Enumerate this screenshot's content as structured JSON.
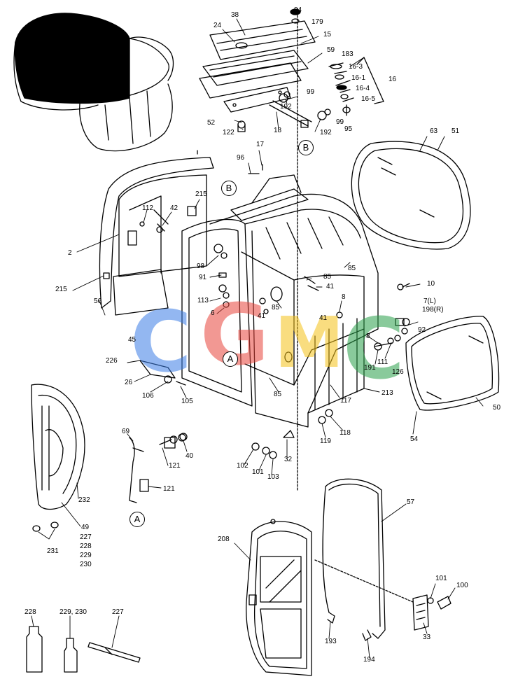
{
  "labels": [
    {
      "id": "p94",
      "text": "94"
    },
    {
      "id": "p179",
      "text": "179"
    },
    {
      "id": "p38",
      "text": "38"
    },
    {
      "id": "p24",
      "text": "24"
    },
    {
      "id": "p15",
      "text": "15"
    },
    {
      "id": "p59",
      "text": "59"
    },
    {
      "id": "p183",
      "text": "183"
    },
    {
      "id": "p16_3",
      "text": "16-3"
    },
    {
      "id": "p16_1",
      "text": "16-1"
    },
    {
      "id": "p16",
      "text": "16"
    },
    {
      "id": "p16_4",
      "text": "16-4"
    },
    {
      "id": "p16_5",
      "text": "16-5"
    },
    {
      "id": "p99a",
      "text": "99"
    },
    {
      "id": "p192a",
      "text": "192"
    },
    {
      "id": "p192b",
      "text": "192"
    },
    {
      "id": "p99b",
      "text": "99"
    },
    {
      "id": "p95",
      "text": "95"
    },
    {
      "id": "p52",
      "text": "52"
    },
    {
      "id": "p122",
      "text": "122"
    },
    {
      "id": "p18",
      "text": "18"
    },
    {
      "id": "p63",
      "text": "63"
    },
    {
      "id": "p51",
      "text": "51"
    },
    {
      "id": "p96",
      "text": "96"
    },
    {
      "id": "p17",
      "text": "17"
    },
    {
      "id": "p215a",
      "text": "215"
    },
    {
      "id": "p112",
      "text": "112"
    },
    {
      "id": "p42",
      "text": "42"
    },
    {
      "id": "p2",
      "text": "2"
    },
    {
      "id": "p98",
      "text": "98"
    },
    {
      "id": "p91",
      "text": "91"
    },
    {
      "id": "p85a",
      "text": "85"
    },
    {
      "id": "p85b",
      "text": "85"
    },
    {
      "id": "p10",
      "text": "10"
    },
    {
      "id": "p215b",
      "text": "215"
    },
    {
      "id": "p41a",
      "text": "41"
    },
    {
      "id": "p113",
      "text": "113"
    },
    {
      "id": "p85c",
      "text": "85"
    },
    {
      "id": "p7L",
      "text": "7(L)"
    },
    {
      "id": "p198R",
      "text": "198(R)"
    },
    {
      "id": "p56",
      "text": "56"
    },
    {
      "id": "p6",
      "text": "6"
    },
    {
      "id": "p41b",
      "text": "41"
    },
    {
      "id": "p8a",
      "text": "8"
    },
    {
      "id": "p41c",
      "text": "41"
    },
    {
      "id": "p92",
      "text": "92"
    },
    {
      "id": "p45",
      "text": "45"
    },
    {
      "id": "p8b",
      "text": "8"
    },
    {
      "id": "p191",
      "text": "191"
    },
    {
      "id": "p111",
      "text": "111"
    },
    {
      "id": "p126",
      "text": "126"
    },
    {
      "id": "p226",
      "text": "226"
    },
    {
      "id": "p26",
      "text": "26"
    },
    {
      "id": "p106",
      "text": "106"
    },
    {
      "id": "p105",
      "text": "105"
    },
    {
      "id": "p85d",
      "text": "85"
    },
    {
      "id": "p117",
      "text": "117"
    },
    {
      "id": "p213",
      "text": "213"
    },
    {
      "id": "p50",
      "text": "50"
    },
    {
      "id": "p54",
      "text": "54"
    },
    {
      "id": "p69",
      "text": "69"
    },
    {
      "id": "p121a",
      "text": "121"
    },
    {
      "id": "p40",
      "text": "40"
    },
    {
      "id": "p119",
      "text": "119"
    },
    {
      "id": "p118",
      "text": "118"
    },
    {
      "id": "p102",
      "text": "102"
    },
    {
      "id": "p101a",
      "text": "101"
    },
    {
      "id": "p32",
      "text": "32"
    },
    {
      "id": "p103",
      "text": "103"
    },
    {
      "id": "p121b",
      "text": "121"
    },
    {
      "id": "p232",
      "text": "232"
    },
    {
      "id": "p49",
      "text": "49"
    },
    {
      "id": "p227a",
      "text": "227"
    },
    {
      "id": "p228a",
      "text": "228"
    },
    {
      "id": "p229a",
      "text": "229"
    },
    {
      "id": "p230a",
      "text": "230"
    },
    {
      "id": "p231",
      "text": "231"
    },
    {
      "id": "p57",
      "text": "57"
    },
    {
      "id": "p208",
      "text": "208"
    },
    {
      "id": "p101b",
      "text": "101"
    },
    {
      "id": "p100",
      "text": "100"
    },
    {
      "id": "p193",
      "text": "193"
    },
    {
      "id": "p194",
      "text": "194"
    },
    {
      "id": "p33",
      "text": "33"
    },
    {
      "id": "p228b",
      "text": "228"
    },
    {
      "id": "p229_230",
      "text": "229, 230"
    },
    {
      "id": "p227b",
      "text": "227"
    }
  ],
  "refs": [
    {
      "id": "refB1",
      "text": "B"
    },
    {
      "id": "refB2",
      "text": "B"
    },
    {
      "id": "refA1",
      "text": "A"
    },
    {
      "id": "refA2",
      "text": "A"
    }
  ],
  "watermark": [
    {
      "id": "wm1",
      "text": "C",
      "color": "#3b7ee6"
    },
    {
      "id": "wm2",
      "text": "G",
      "color": "#e8453c"
    },
    {
      "id": "wm3",
      "text": "M",
      "color": "#f5c218"
    },
    {
      "id": "wm4",
      "text": "C",
      "color": "#2aa04a"
    }
  ]
}
